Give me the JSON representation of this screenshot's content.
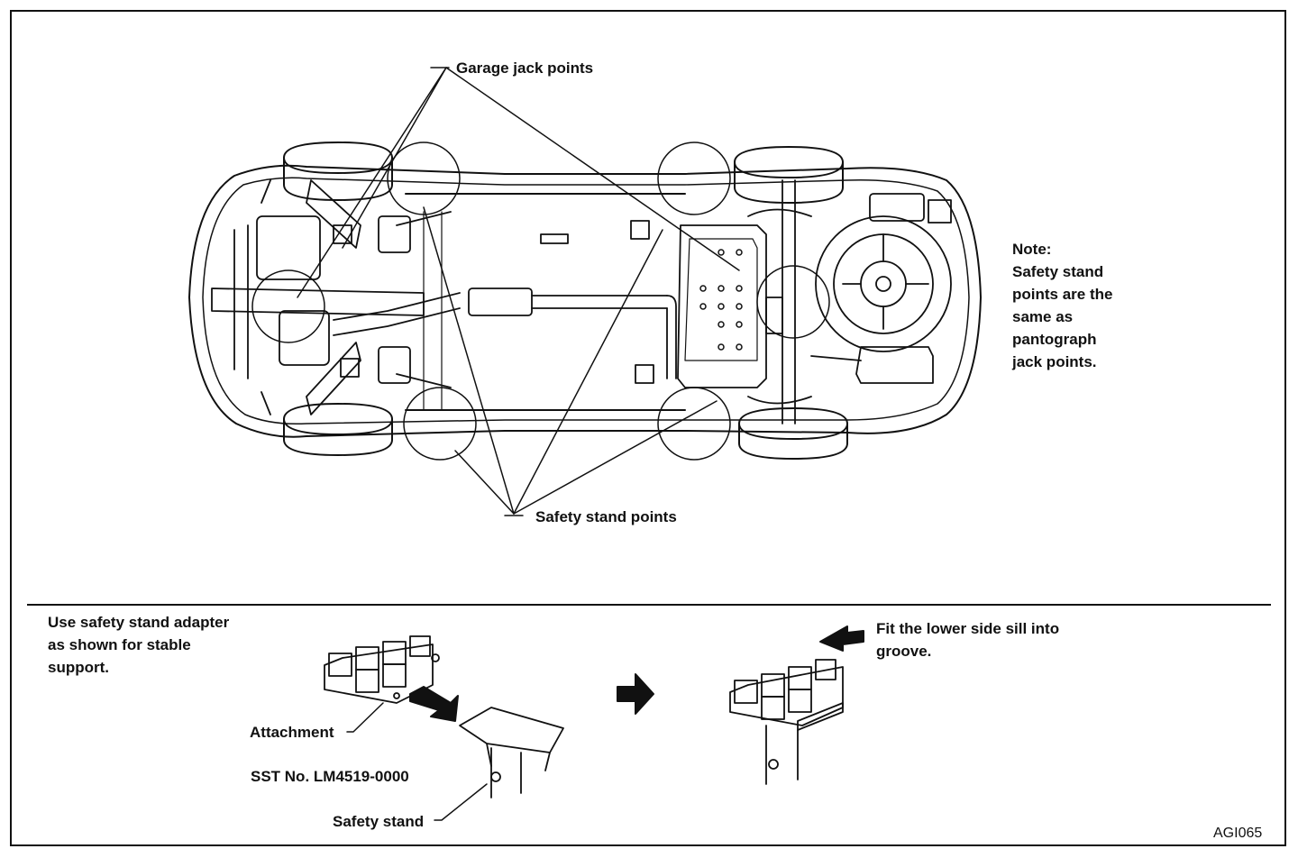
{
  "labels": {
    "garage_jack_points": "Garage jack points",
    "safety_stand_points": "Safety stand points",
    "attachment": "Attachment",
    "sst_number": "SST No. LM4519-0000",
    "safety_stand": "Safety stand",
    "figure_code": "AGI065"
  },
  "note": {
    "lines": [
      "Note:",
      "Safety stand",
      "points are the",
      "same as",
      "pantograph",
      "jack points."
    ]
  },
  "instructions": {
    "adapter_lines": [
      "Use safety stand adapter",
      "as shown for stable",
      "support."
    ],
    "groove_lines": [
      "Fit the lower side sill into",
      "groove."
    ]
  }
}
